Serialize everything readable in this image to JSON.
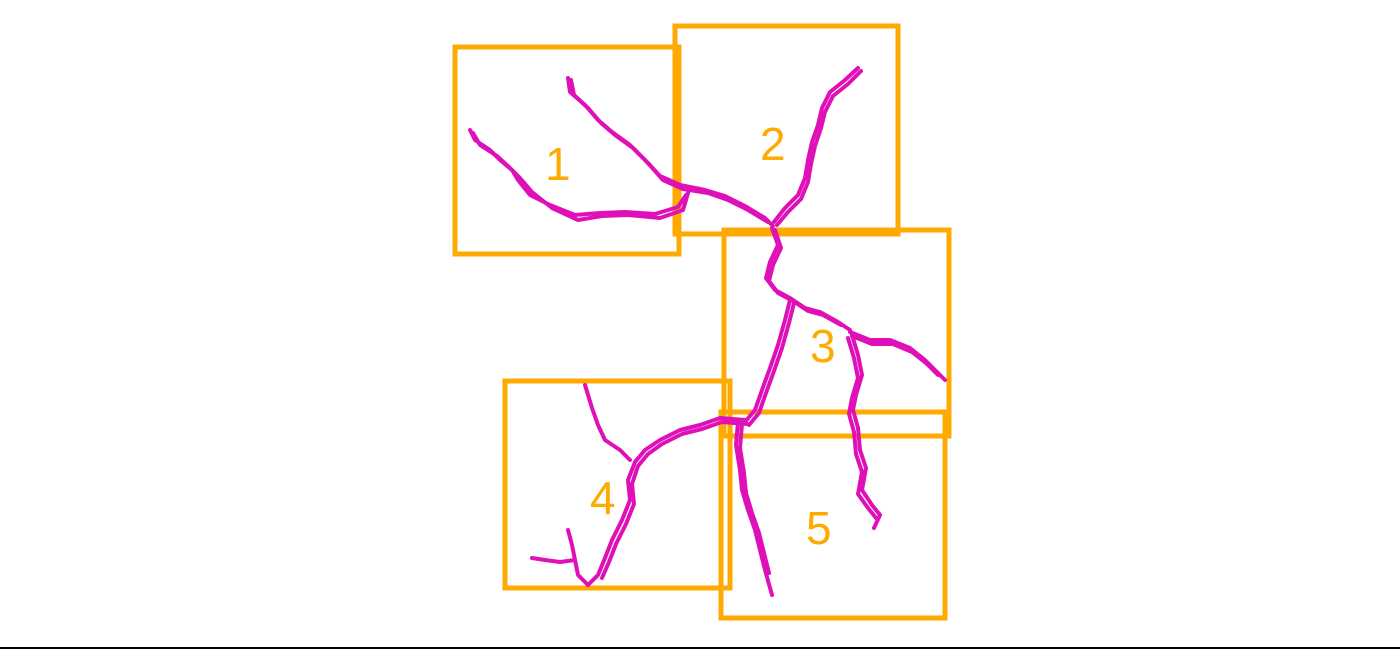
{
  "colors": {
    "box": "#FFAA00",
    "trace": "#E010B8",
    "baseline": "#000000",
    "background": "#FFFFFF"
  },
  "regions": [
    {
      "label": "1"
    },
    {
      "label": "2"
    },
    {
      "label": "3"
    },
    {
      "label": "4"
    },
    {
      "label": "5"
    }
  ]
}
